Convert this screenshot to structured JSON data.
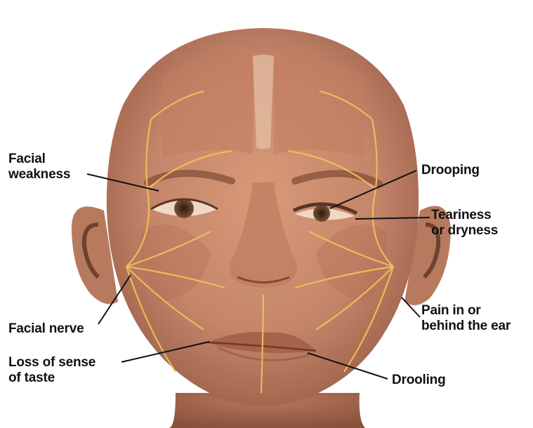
{
  "labels": {
    "facial_weakness": [
      "Facial",
      "weakness"
    ],
    "drooping": "Drooping",
    "teariness": [
      "Teariness",
      "or dryness"
    ],
    "facial_nerve": "Facial nerve",
    "pain": [
      "Pain in or",
      "behind the ear"
    ],
    "loss_of_taste": [
      "Loss of sense",
      "of taste"
    ],
    "drooling": "Drooling"
  },
  "colors": {
    "skin": "#c98a6c",
    "skin_light": "#e2b394",
    "skin_dark": "#8f5a43",
    "muscle": "#b8705a",
    "nerve": "#f3c25a",
    "leader_line": "#111111",
    "label_text": "#111111"
  }
}
